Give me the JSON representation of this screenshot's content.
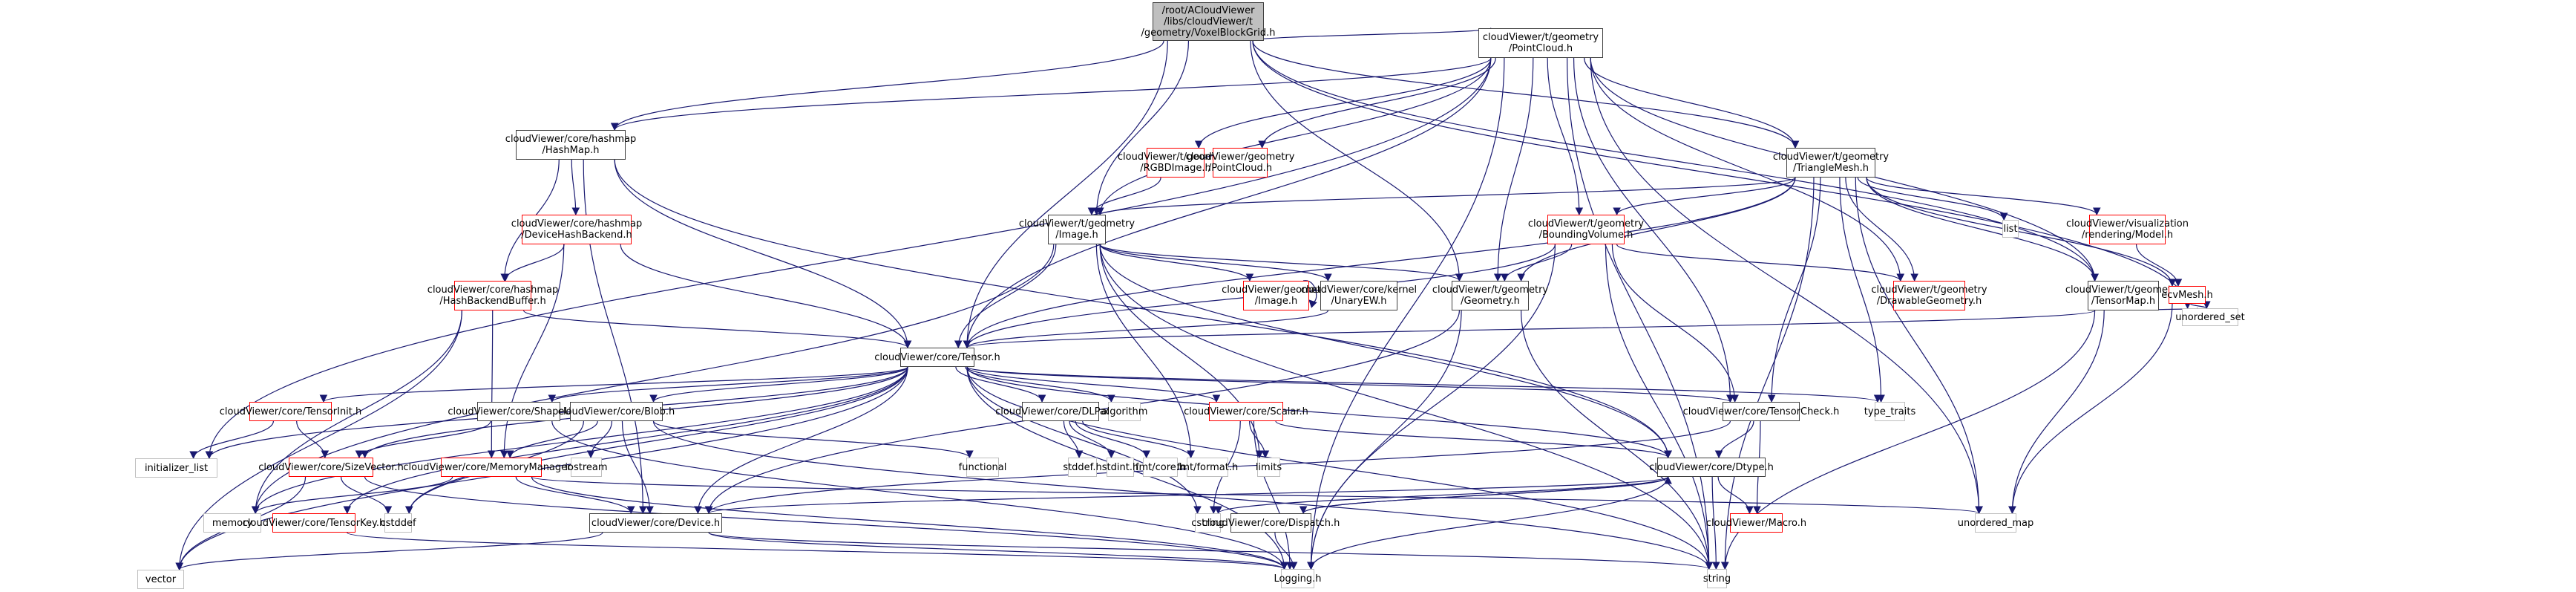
{
  "title": "Include dependency graph for VoxelBlockGrid.h",
  "colors": {
    "edge": "#191970",
    "documented_border": "#404040",
    "undocumented_border": "#ff0000",
    "external_border": "#bfbfbf",
    "root_fill": "#bfbfbf"
  },
  "nodes": [
    {
      "id": "root",
      "label": "/root/ACloudViewer\n/libs/cloudViewer/t\n/geometry/VoxelBlockGrid.h",
      "kind": "root"
    },
    {
      "id": "pointcloud_t",
      "label": "cloudViewer/t/geometry\n/PointCloud.h",
      "kind": "doc"
    },
    {
      "id": "hashmap",
      "label": "cloudViewer/core/hashmap\n/HashMap.h",
      "kind": "doc"
    },
    {
      "id": "rgbdimage",
      "label": "cloudViewer/t/geometry\n/RGBDImage.h",
      "kind": "nodoc"
    },
    {
      "id": "pointcloud_g",
      "label": "cloudViewer/geometry\n/PointCloud.h",
      "kind": "nodoc"
    },
    {
      "id": "trianglemesh",
      "label": "cloudViewer/t/geometry\n/TriangleMesh.h",
      "kind": "doc"
    },
    {
      "id": "devicehash",
      "label": "cloudViewer/core/hashmap\n/DeviceHashBackend.h",
      "kind": "nodoc"
    },
    {
      "id": "image_t",
      "label": "cloudViewer/t/geometry\n/Image.h",
      "kind": "doc"
    },
    {
      "id": "boundingvolume",
      "label": "cloudViewer/t/geometry\n/BoundingVolume.h",
      "kind": "nodoc"
    },
    {
      "id": "list",
      "label": "list",
      "kind": "ext"
    },
    {
      "id": "model",
      "label": "cloudViewer/visualization\n/rendering/Model.h",
      "kind": "nodoc"
    },
    {
      "id": "hashbuffer",
      "label": "cloudViewer/core/hashmap\n/HashBackendBuffer.h",
      "kind": "nodoc"
    },
    {
      "id": "image_g",
      "label": "cloudViewer/geometry\n/Image.h",
      "kind": "nodoc"
    },
    {
      "id": "unaryew",
      "label": "cloudViewer/core/kernel\n/UnaryEW.h",
      "kind": "doc"
    },
    {
      "id": "geometry",
      "label": "cloudViewer/t/geometry\n/Geometry.h",
      "kind": "doc"
    },
    {
      "id": "drawable",
      "label": "cloudViewer/t/geometry\n/DrawableGeometry.h",
      "kind": "nodoc"
    },
    {
      "id": "tensormap",
      "label": "cloudViewer/t/geometry\n/TensorMap.h",
      "kind": "doc"
    },
    {
      "id": "ecvmesh",
      "label": "ecvMesh.h",
      "kind": "nodoc"
    },
    {
      "id": "tensor",
      "label": "cloudViewer/core/Tensor.h",
      "kind": "doc"
    },
    {
      "id": "unordered_set",
      "label": "unordered_set",
      "kind": "ext"
    },
    {
      "id": "tensorinit",
      "label": "cloudViewer/core/TensorInit.h",
      "kind": "nodoc"
    },
    {
      "id": "shapeutil",
      "label": "cloudViewer/core/ShapeUtil.h",
      "kind": "doc"
    },
    {
      "id": "blob",
      "label": "cloudViewer/core/Blob.h",
      "kind": "doc"
    },
    {
      "id": "dlpack",
      "label": "cloudViewer/core/DLPack.h",
      "kind": "doc"
    },
    {
      "id": "algorithm",
      "label": "algorithm",
      "kind": "ext"
    },
    {
      "id": "scalar",
      "label": "cloudViewer/core/Scalar.h",
      "kind": "nodoc"
    },
    {
      "id": "tensorcheck",
      "label": "cloudViewer/core/TensorCheck.h",
      "kind": "doc"
    },
    {
      "id": "type_traits",
      "label": "type_traits",
      "kind": "ext"
    },
    {
      "id": "initializer_list",
      "label": "initializer_list",
      "kind": "ext"
    },
    {
      "id": "sizevector",
      "label": "cloudViewer/core/SizeVector.h",
      "kind": "nodoc"
    },
    {
      "id": "memorymanager",
      "label": "cloudViewer/core/MemoryManager.h",
      "kind": "nodoc"
    },
    {
      "id": "iostream",
      "label": "iostream",
      "kind": "ext"
    },
    {
      "id": "functional",
      "label": "functional",
      "kind": "ext"
    },
    {
      "id": "stddef_h",
      "label": "stddef.h",
      "kind": "ext"
    },
    {
      "id": "stdint_h",
      "label": "stdint.h",
      "kind": "ext"
    },
    {
      "id": "fmt_core",
      "label": "fmt/core.h",
      "kind": "ext"
    },
    {
      "id": "fmt_format",
      "label": "fmt/format.h",
      "kind": "ext"
    },
    {
      "id": "limits",
      "label": "limits",
      "kind": "ext"
    },
    {
      "id": "dtype",
      "label": "cloudViewer/core/Dtype.h",
      "kind": "doc"
    },
    {
      "id": "memory",
      "label": "memory",
      "kind": "ext"
    },
    {
      "id": "tensorkey",
      "label": "cloudViewer/core/TensorKey.h",
      "kind": "nodoc"
    },
    {
      "id": "cstddef",
      "label": "cstddef",
      "kind": "ext"
    },
    {
      "id": "device",
      "label": "cloudViewer/core/Device.h",
      "kind": "doc"
    },
    {
      "id": "cstring",
      "label": "cstring",
      "kind": "ext"
    },
    {
      "id": "dispatch",
      "label": "cloudViewer/core/Dispatch.h",
      "kind": "doc"
    },
    {
      "id": "macro",
      "label": "cloudViewer/Macro.h",
      "kind": "nodoc"
    },
    {
      "id": "unordered_map",
      "label": "unordered_map",
      "kind": "ext"
    },
    {
      "id": "vector",
      "label": "vector",
      "kind": "ext"
    },
    {
      "id": "logging",
      "label": "Logging.h",
      "kind": "ext"
    },
    {
      "id": "string",
      "label": "string",
      "kind": "ext"
    }
  ],
  "edges": [
    [
      "root",
      "pointcloud_t"
    ],
    [
      "root",
      "hashmap"
    ],
    [
      "root",
      "image_t"
    ],
    [
      "root",
      "tensor"
    ],
    [
      "root",
      "geometry"
    ],
    [
      "root",
      "trianglemesh"
    ],
    [
      "root",
      "tensormap"
    ],
    [
      "root",
      "unordered_set"
    ],
    [
      "pointcloud_t",
      "hashmap"
    ],
    [
      "pointcloud_t",
      "rgbdimage"
    ],
    [
      "pointcloud_t",
      "pointcloud_g"
    ],
    [
      "pointcloud_t",
      "trianglemesh"
    ],
    [
      "pointcloud_t",
      "image_t"
    ],
    [
      "pointcloud_t",
      "boundingvolume"
    ],
    [
      "pointcloud_t",
      "geometry"
    ],
    [
      "pointcloud_t",
      "drawable"
    ],
    [
      "pointcloud_t",
      "tensormap"
    ],
    [
      "pointcloud_t",
      "tensor"
    ],
    [
      "pointcloud_t",
      "tensorcheck"
    ],
    [
      "pointcloud_t",
      "initializer_list"
    ],
    [
      "pointcloud_t",
      "string"
    ],
    [
      "pointcloud_t",
      "unordered_map"
    ],
    [
      "pointcloud_t",
      "logging"
    ],
    [
      "hashmap",
      "devicehash"
    ],
    [
      "hashmap",
      "hashbuffer"
    ],
    [
      "hashmap",
      "tensor"
    ],
    [
      "hashmap",
      "dtype"
    ],
    [
      "hashmap",
      "device"
    ],
    [
      "rgbdimage",
      "image_t"
    ],
    [
      "trianglemesh",
      "image_t"
    ],
    [
      "trianglemesh",
      "boundingvolume"
    ],
    [
      "trianglemesh",
      "geometry"
    ],
    [
      "trianglemesh",
      "drawable"
    ],
    [
      "trianglemesh",
      "tensormap"
    ],
    [
      "trianglemesh",
      "tensor"
    ],
    [
      "trianglemesh",
      "tensorcheck"
    ],
    [
      "trianglemesh",
      "list"
    ],
    [
      "trianglemesh",
      "model"
    ],
    [
      "trianglemesh",
      "ecvmesh"
    ],
    [
      "trianglemesh",
      "type_traits"
    ],
    [
      "trianglemesh",
      "unordered_map"
    ],
    [
      "trianglemesh",
      "string"
    ],
    [
      "devicehash",
      "hashbuffer"
    ],
    [
      "devicehash",
      "tensor"
    ],
    [
      "devicehash",
      "memorymanager"
    ],
    [
      "image_t",
      "image_g"
    ],
    [
      "image_t",
      "unaryew"
    ],
    [
      "image_t",
      "geometry"
    ],
    [
      "image_t",
      "tensor"
    ],
    [
      "image_t",
      "dtype"
    ],
    [
      "image_t",
      "memory"
    ],
    [
      "image_t",
      "limits"
    ],
    [
      "image_t",
      "string"
    ],
    [
      "image_t",
      "fmt_format"
    ],
    [
      "image_g",
      "image_g"
    ],
    [
      "boundingvolume",
      "geometry"
    ],
    [
      "boundingvolume",
      "drawable"
    ],
    [
      "boundingvolume",
      "tensorcheck"
    ],
    [
      "boundingvolume",
      "tensor"
    ],
    [
      "boundingvolume",
      "logging"
    ],
    [
      "boundingvolume",
      "string"
    ],
    [
      "model",
      "ecvmesh"
    ],
    [
      "hashbuffer",
      "tensor"
    ],
    [
      "hashbuffer",
      "memorymanager"
    ],
    [
      "hashbuffer",
      "memory"
    ],
    [
      "hashbuffer",
      "vector"
    ],
    [
      "unaryew",
      "tensor"
    ],
    [
      "geometry",
      "device"
    ],
    [
      "geometry",
      "string"
    ],
    [
      "geometry",
      "logging"
    ],
    [
      "tensormap",
      "tensor"
    ],
    [
      "tensormap",
      "unordered_map"
    ],
    [
      "tensormap",
      "unordered_set"
    ],
    [
      "tensormap",
      "string"
    ],
    [
      "ecvmesh",
      "unordered_set"
    ],
    [
      "ecvmesh",
      "unordered_map"
    ],
    [
      "tensor",
      "tensorinit"
    ],
    [
      "tensor",
      "shapeutil"
    ],
    [
      "tensor",
      "blob"
    ],
    [
      "tensor",
      "dlpack"
    ],
    [
      "tensor",
      "algorithm"
    ],
    [
      "tensor",
      "scalar"
    ],
    [
      "tensor",
      "tensorcheck"
    ],
    [
      "tensor",
      "type_traits"
    ],
    [
      "tensor",
      "sizevector"
    ],
    [
      "tensor",
      "tensorkey"
    ],
    [
      "tensor",
      "dtype"
    ],
    [
      "tensor",
      "device"
    ],
    [
      "tensor",
      "memory"
    ],
    [
      "tensor",
      "cstddef"
    ],
    [
      "tensor",
      "cstring"
    ],
    [
      "tensor",
      "string"
    ],
    [
      "tensor",
      "vector"
    ],
    [
      "tensor",
      "logging"
    ],
    [
      "tensor",
      "initializer_list"
    ],
    [
      "tensorinit",
      "sizevector"
    ],
    [
      "tensorinit",
      "initializer_list"
    ],
    [
      "shapeutil",
      "sizevector"
    ],
    [
      "shapeutil",
      "logging"
    ],
    [
      "blob",
      "memorymanager"
    ],
    [
      "blob",
      "device"
    ],
    [
      "blob",
      "iostream"
    ],
    [
      "blob",
      "functional"
    ],
    [
      "blob",
      "cstddef"
    ],
    [
      "blob",
      "string"
    ],
    [
      "dlpack",
      "stddef_h"
    ],
    [
      "dlpack",
      "stdint_h"
    ],
    [
      "dlpack",
      "fmt_core"
    ],
    [
      "dlpack",
      "fmt_format"
    ],
    [
      "scalar",
      "dtype"
    ],
    [
      "scalar",
      "limits"
    ],
    [
      "scalar",
      "cstring"
    ],
    [
      "scalar",
      "logging"
    ],
    [
      "tensorcheck",
      "dtype"
    ],
    [
      "tensorcheck",
      "device"
    ],
    [
      "tensorcheck",
      "macro"
    ],
    [
      "sizevector",
      "cstddef"
    ],
    [
      "sizevector",
      "vector"
    ],
    [
      "sizevector",
      "logging"
    ],
    [
      "memorymanager",
      "device"
    ],
    [
      "memorymanager",
      "memory"
    ],
    [
      "memorymanager",
      "unordered_map"
    ],
    [
      "memorymanager",
      "logging"
    ],
    [
      "dtype",
      "dispatch"
    ],
    [
      "dtype",
      "macro"
    ],
    [
      "dtype",
      "device"
    ],
    [
      "dtype",
      "cstring"
    ],
    [
      "dtype",
      "string"
    ],
    [
      "dtype",
      "logging"
    ],
    [
      "tensorkey",
      "logging"
    ],
    [
      "device",
      "vector"
    ],
    [
      "device",
      "string"
    ],
    [
      "device",
      "logging"
    ],
    [
      "dispatch",
      "logging"
    ],
    [
      "dispatch",
      "dtype"
    ]
  ]
}
